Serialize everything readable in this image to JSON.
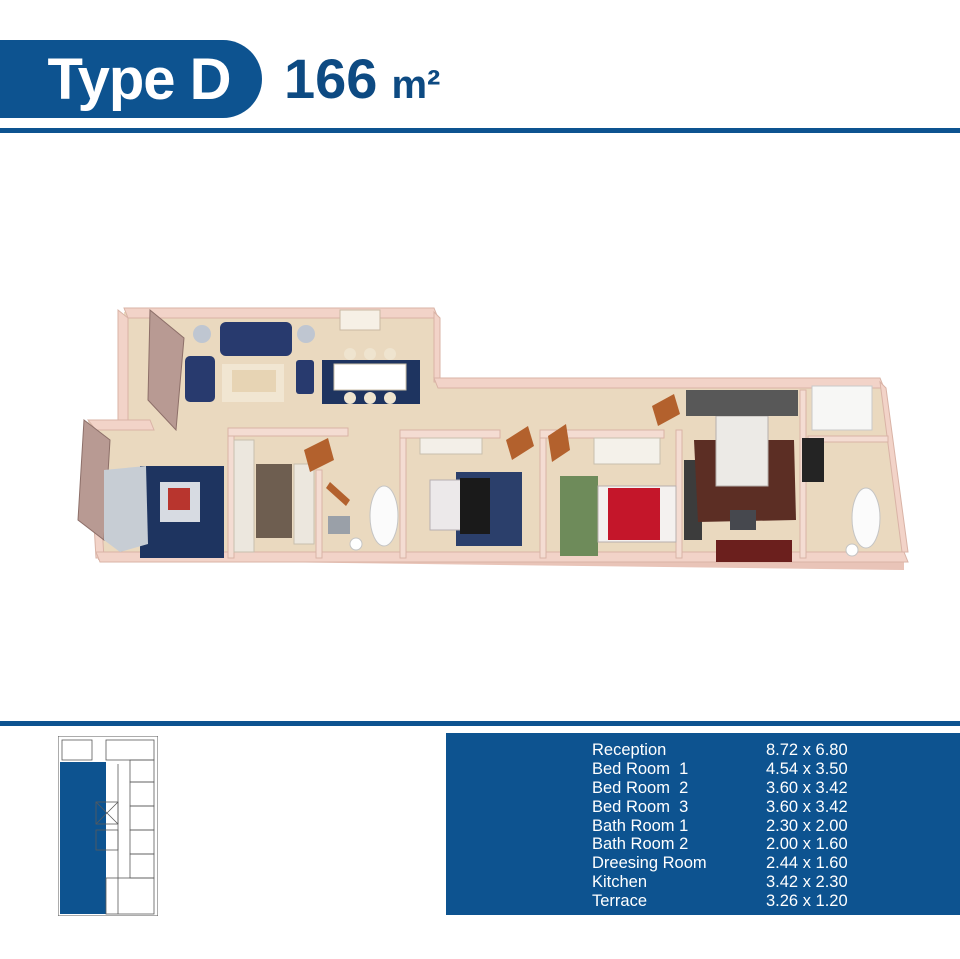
{
  "header": {
    "type_label": "Type D",
    "area_value": "166",
    "area_unit": "m²"
  },
  "rooms": [
    {
      "name": "Reception",
      "dims": "8.72 x 6.80"
    },
    {
      "name": "Bed Room  1",
      "dims": "4.54 x 3.50"
    },
    {
      "name": "Bed Room  2",
      "dims": "3.60 x 3.42"
    },
    {
      "name": "Bed Room  3",
      "dims": "3.60 x 3.42"
    },
    {
      "name": "Bath Room 1",
      "dims": "2.30 x 2.00"
    },
    {
      "name": "Bath Room 2",
      "dims": "2.00 x 1.60"
    },
    {
      "name": "Dreesing Room",
      "dims": "2.44 x 1.60"
    },
    {
      "name": "Kitchen",
      "dims": "3.42 x 2.30"
    },
    {
      "name": "Terrace",
      "dims": "3.26 x 1.20"
    }
  ],
  "colors": {
    "brand_blue": "#0d5390",
    "wall": "#efcfc4",
    "floor": "#e8dcc4"
  }
}
